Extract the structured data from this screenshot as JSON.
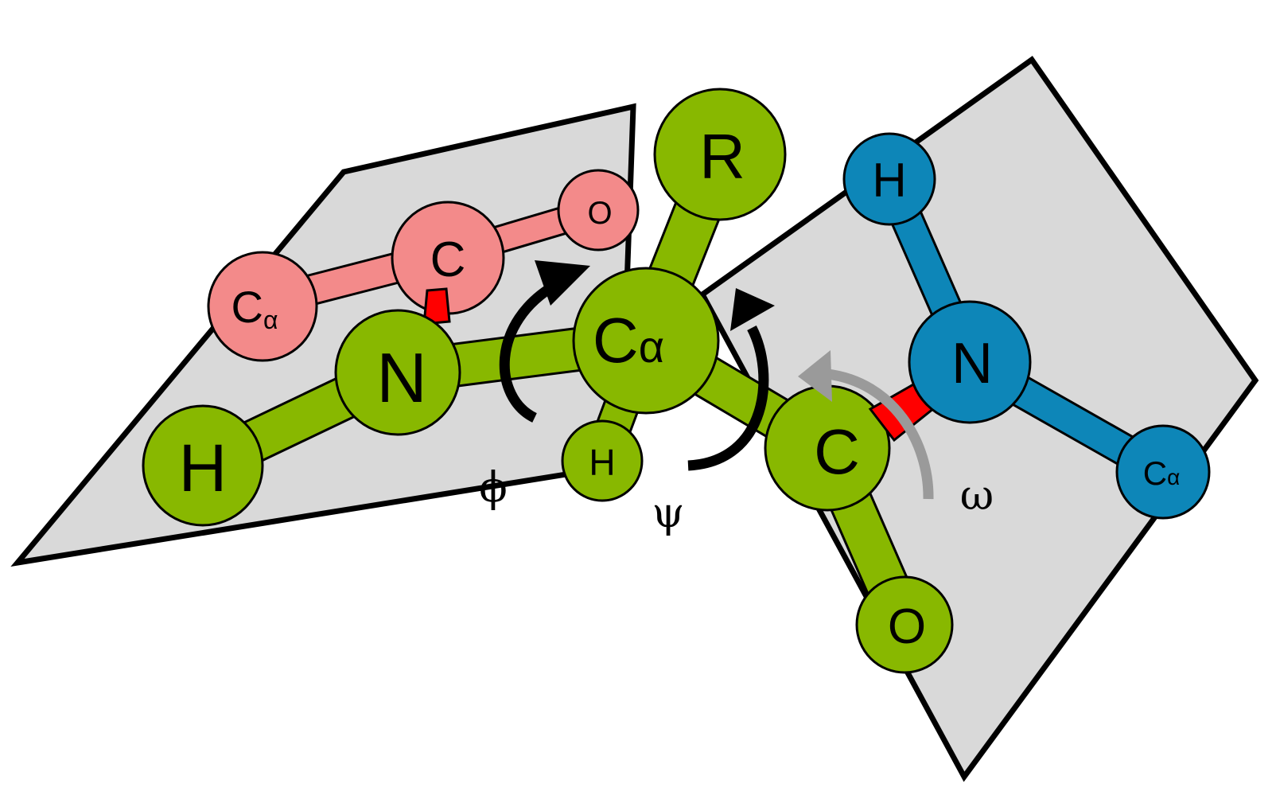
{
  "colors": {
    "plane_fill": "#d9d9d9",
    "plane_stroke": "#000000",
    "green_atom": "#88b800",
    "pink_atom": "#f38a8a",
    "blue_atom": "#0d86b8",
    "peptide_bond": "#ff0000",
    "phi_psi_arrow": "#000000",
    "omega_arrow": "#9a9a9a"
  },
  "atoms": {
    "prev_calpha": {
      "symbol": "C",
      "sub": "α"
    },
    "prev_c": {
      "symbol": "C"
    },
    "prev_o": {
      "symbol": "O"
    },
    "n": {
      "symbol": "N"
    },
    "h_n": {
      "symbol": "H"
    },
    "calpha": {
      "symbol": "C",
      "sub": "α"
    },
    "r": {
      "symbol": "R"
    },
    "h_calpha": {
      "symbol": "H"
    },
    "c": {
      "symbol": "C"
    },
    "o": {
      "symbol": "O"
    },
    "next_n": {
      "symbol": "N"
    },
    "next_h": {
      "symbol": "H"
    },
    "next_calpha": {
      "symbol": "C",
      "sub": "α"
    }
  },
  "angles": {
    "phi": "ϕ",
    "psi": "ψ",
    "omega": "ω"
  }
}
